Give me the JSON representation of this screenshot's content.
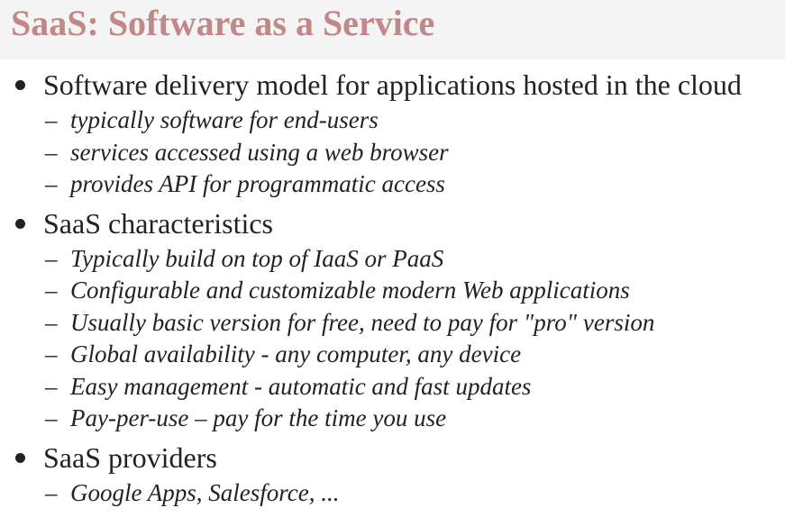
{
  "slide": {
    "title": "SaaS: Software as a Service"
  },
  "bullets": [
    {
      "text": "Software delivery model for applications hosted in the cloud",
      "subs": [
        "typically software for end-users",
        "services accessed using a web browser",
        "provides API for programmatic access"
      ]
    },
    {
      "text": "SaaS characteristics",
      "subs": [
        "Typically build on top of IaaS or PaaS",
        "Configurable and customizable modern Web applications",
        "Usually basic version for free, need to pay for \"pro\" version",
        "Global availability - any computer, any device",
        "Easy management - automatic and fast updates",
        "Pay-per-use – pay for the time you use"
      ]
    },
    {
      "text": "SaaS providers",
      "subs": [
        "Google Apps, Salesforce, ..."
      ]
    }
  ],
  "dash_glyph": "–"
}
